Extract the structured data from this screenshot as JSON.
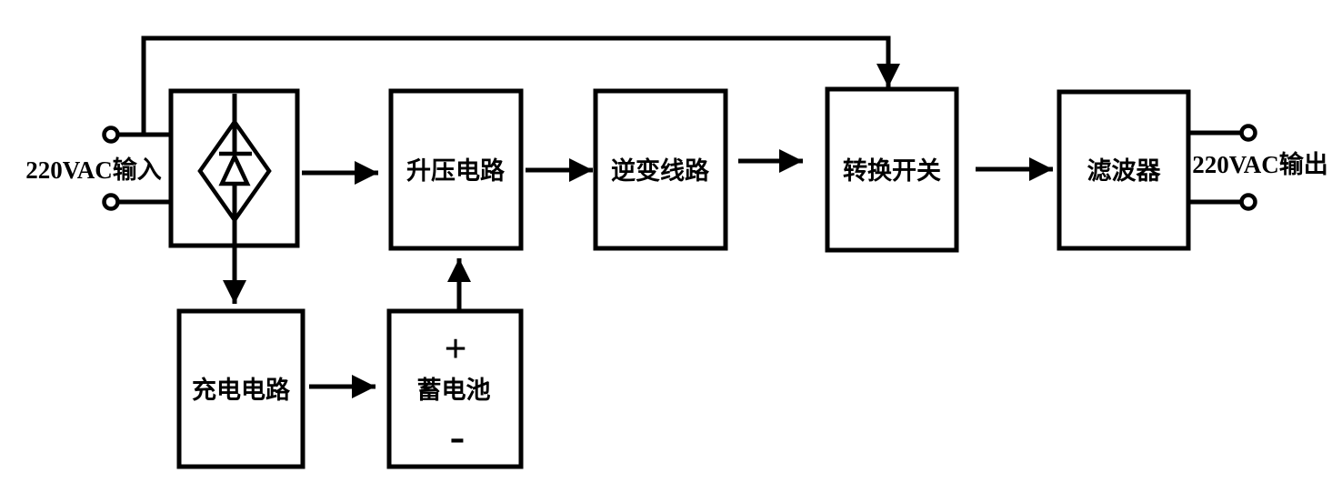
{
  "diagram": {
    "type": "block-diagram",
    "subject": "UPS uninterruptible power supply signal flow",
    "colors": {
      "line": "#000000",
      "background": "#ffffff"
    },
    "io": {
      "input_label": "220VAC输入",
      "output_label": "220VAC输出"
    },
    "blocks": {
      "rectifier": {
        "label": "",
        "icon": "diode-bridge-diamond"
      },
      "boost": {
        "label": "升压电路"
      },
      "inverter": {
        "label": "逆变线路"
      },
      "transfer_switch": {
        "label": "转换开关"
      },
      "filter": {
        "label": "滤波器"
      },
      "charger": {
        "label": "充电电路"
      },
      "battery": {
        "label": "蓄电池",
        "plus_sign": "+",
        "minus_sign": "-"
      }
    },
    "icons": {
      "terminal": "open-circle",
      "arrow": "solid-triangle-arrowhead",
      "rectifier_symbol": "diode-inside-diamond"
    },
    "connections": [
      {
        "from": "ac-input",
        "to": "rectifier"
      },
      {
        "from": "ac-input",
        "to": "transfer_switch",
        "via": "top-bypass-line"
      },
      {
        "from": "rectifier",
        "to": "boost"
      },
      {
        "from": "boost",
        "to": "inverter"
      },
      {
        "from": "inverter",
        "to": "transfer_switch"
      },
      {
        "from": "transfer_switch",
        "to": "filter"
      },
      {
        "from": "filter",
        "to": "ac-output"
      },
      {
        "from": "rectifier",
        "to": "charger"
      },
      {
        "from": "charger",
        "to": "battery"
      },
      {
        "from": "battery",
        "to": "boost"
      }
    ]
  }
}
